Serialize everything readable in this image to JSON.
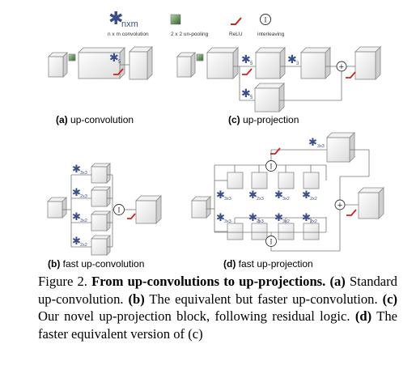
{
  "legend": {
    "conv_symbol": "nxm",
    "conv_label": "n x m convolution",
    "unpool_label": "2 x 2 un-pooling",
    "relu_label": "ReLU",
    "interleave_symbol": "I",
    "interleave_label": "interleaving"
  },
  "panels": {
    "a": {
      "letter": "(a)",
      "title": "up-convolution",
      "conv_sub": "5"
    },
    "b": {
      "letter": "(b)",
      "title": "fast up-convolution",
      "subs": [
        "3x3",
        "2x3",
        "3x2",
        "2x2"
      ]
    },
    "c": {
      "letter": "(c)",
      "title": "up-projection",
      "subs": [
        "5",
        "3",
        "5"
      ]
    },
    "d": {
      "letter": "(d)",
      "title": "fast up-projection",
      "top_sub": "3x3",
      "subs": [
        "3x3",
        "2x3",
        "3x2",
        "2x2"
      ]
    }
  },
  "symbols": {
    "plus": "+",
    "interleave": "I"
  },
  "caption": {
    "fig_label": "Figure 2.",
    "bold_title": "From up-convolutions to up-projections.",
    "a_label": "(a)",
    "a_text": "Standard up-convolution.",
    "b_label": "(b)",
    "b_text": "The equivalent but faster up-convolution.",
    "c_label": "(c)",
    "c_text": "Our novel up-projection block, following residual logic.",
    "d_label": "(d)",
    "d_text": "The faster equivalent version of (c)"
  },
  "colors": {
    "relu": "#d22020",
    "unpool": "#4a7a45",
    "line": "#777777",
    "box_stroke": "#888888",
    "conv_star": "#3a4f8a"
  }
}
